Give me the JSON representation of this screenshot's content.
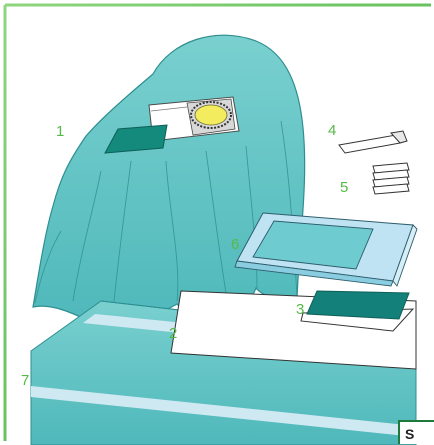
{
  "colors": {
    "frame": "#55c04a",
    "drape": "#5ec3c3",
    "drape_dark": "#1f8a8a",
    "light_band": "#cfe9f3",
    "teal_pad": "#13807a",
    "label": "#55b947",
    "badge_border": "#1e7a3a"
  },
  "labels": {
    "item1": "1",
    "item2": "2",
    "item3": "3",
    "item4": "4",
    "item5": "5",
    "item6": "6",
    "item7": "7"
  },
  "badge": {
    "text": "S"
  }
}
